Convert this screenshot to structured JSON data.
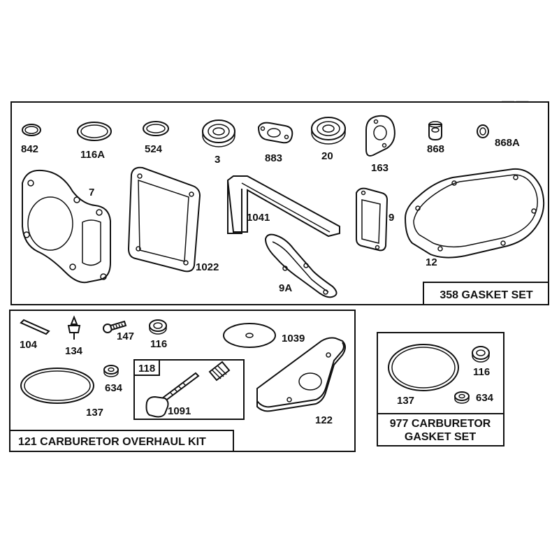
{
  "header_fragment": "—— ——",
  "panels": {
    "gasket_set": {
      "title": "358 GASKET SET",
      "parts": [
        "842",
        "116A",
        "524",
        "3",
        "883",
        "20",
        "163",
        "868",
        "868A",
        "7",
        "1022",
        "1041",
        "9",
        "9A",
        "12"
      ]
    },
    "overhaul_kit": {
      "title": "121 CARBURETOR OVERHAUL KIT",
      "parts": [
        "104",
        "134",
        "147",
        "116",
        "1039",
        "634",
        "137",
        "1091",
        "122"
      ],
      "subkit": "118"
    },
    "carb_gasket_set": {
      "title_line1": "977 CARBURETOR",
      "title_line2": "GASKET SET",
      "parts": [
        "116",
        "137",
        "634"
      ]
    }
  }
}
